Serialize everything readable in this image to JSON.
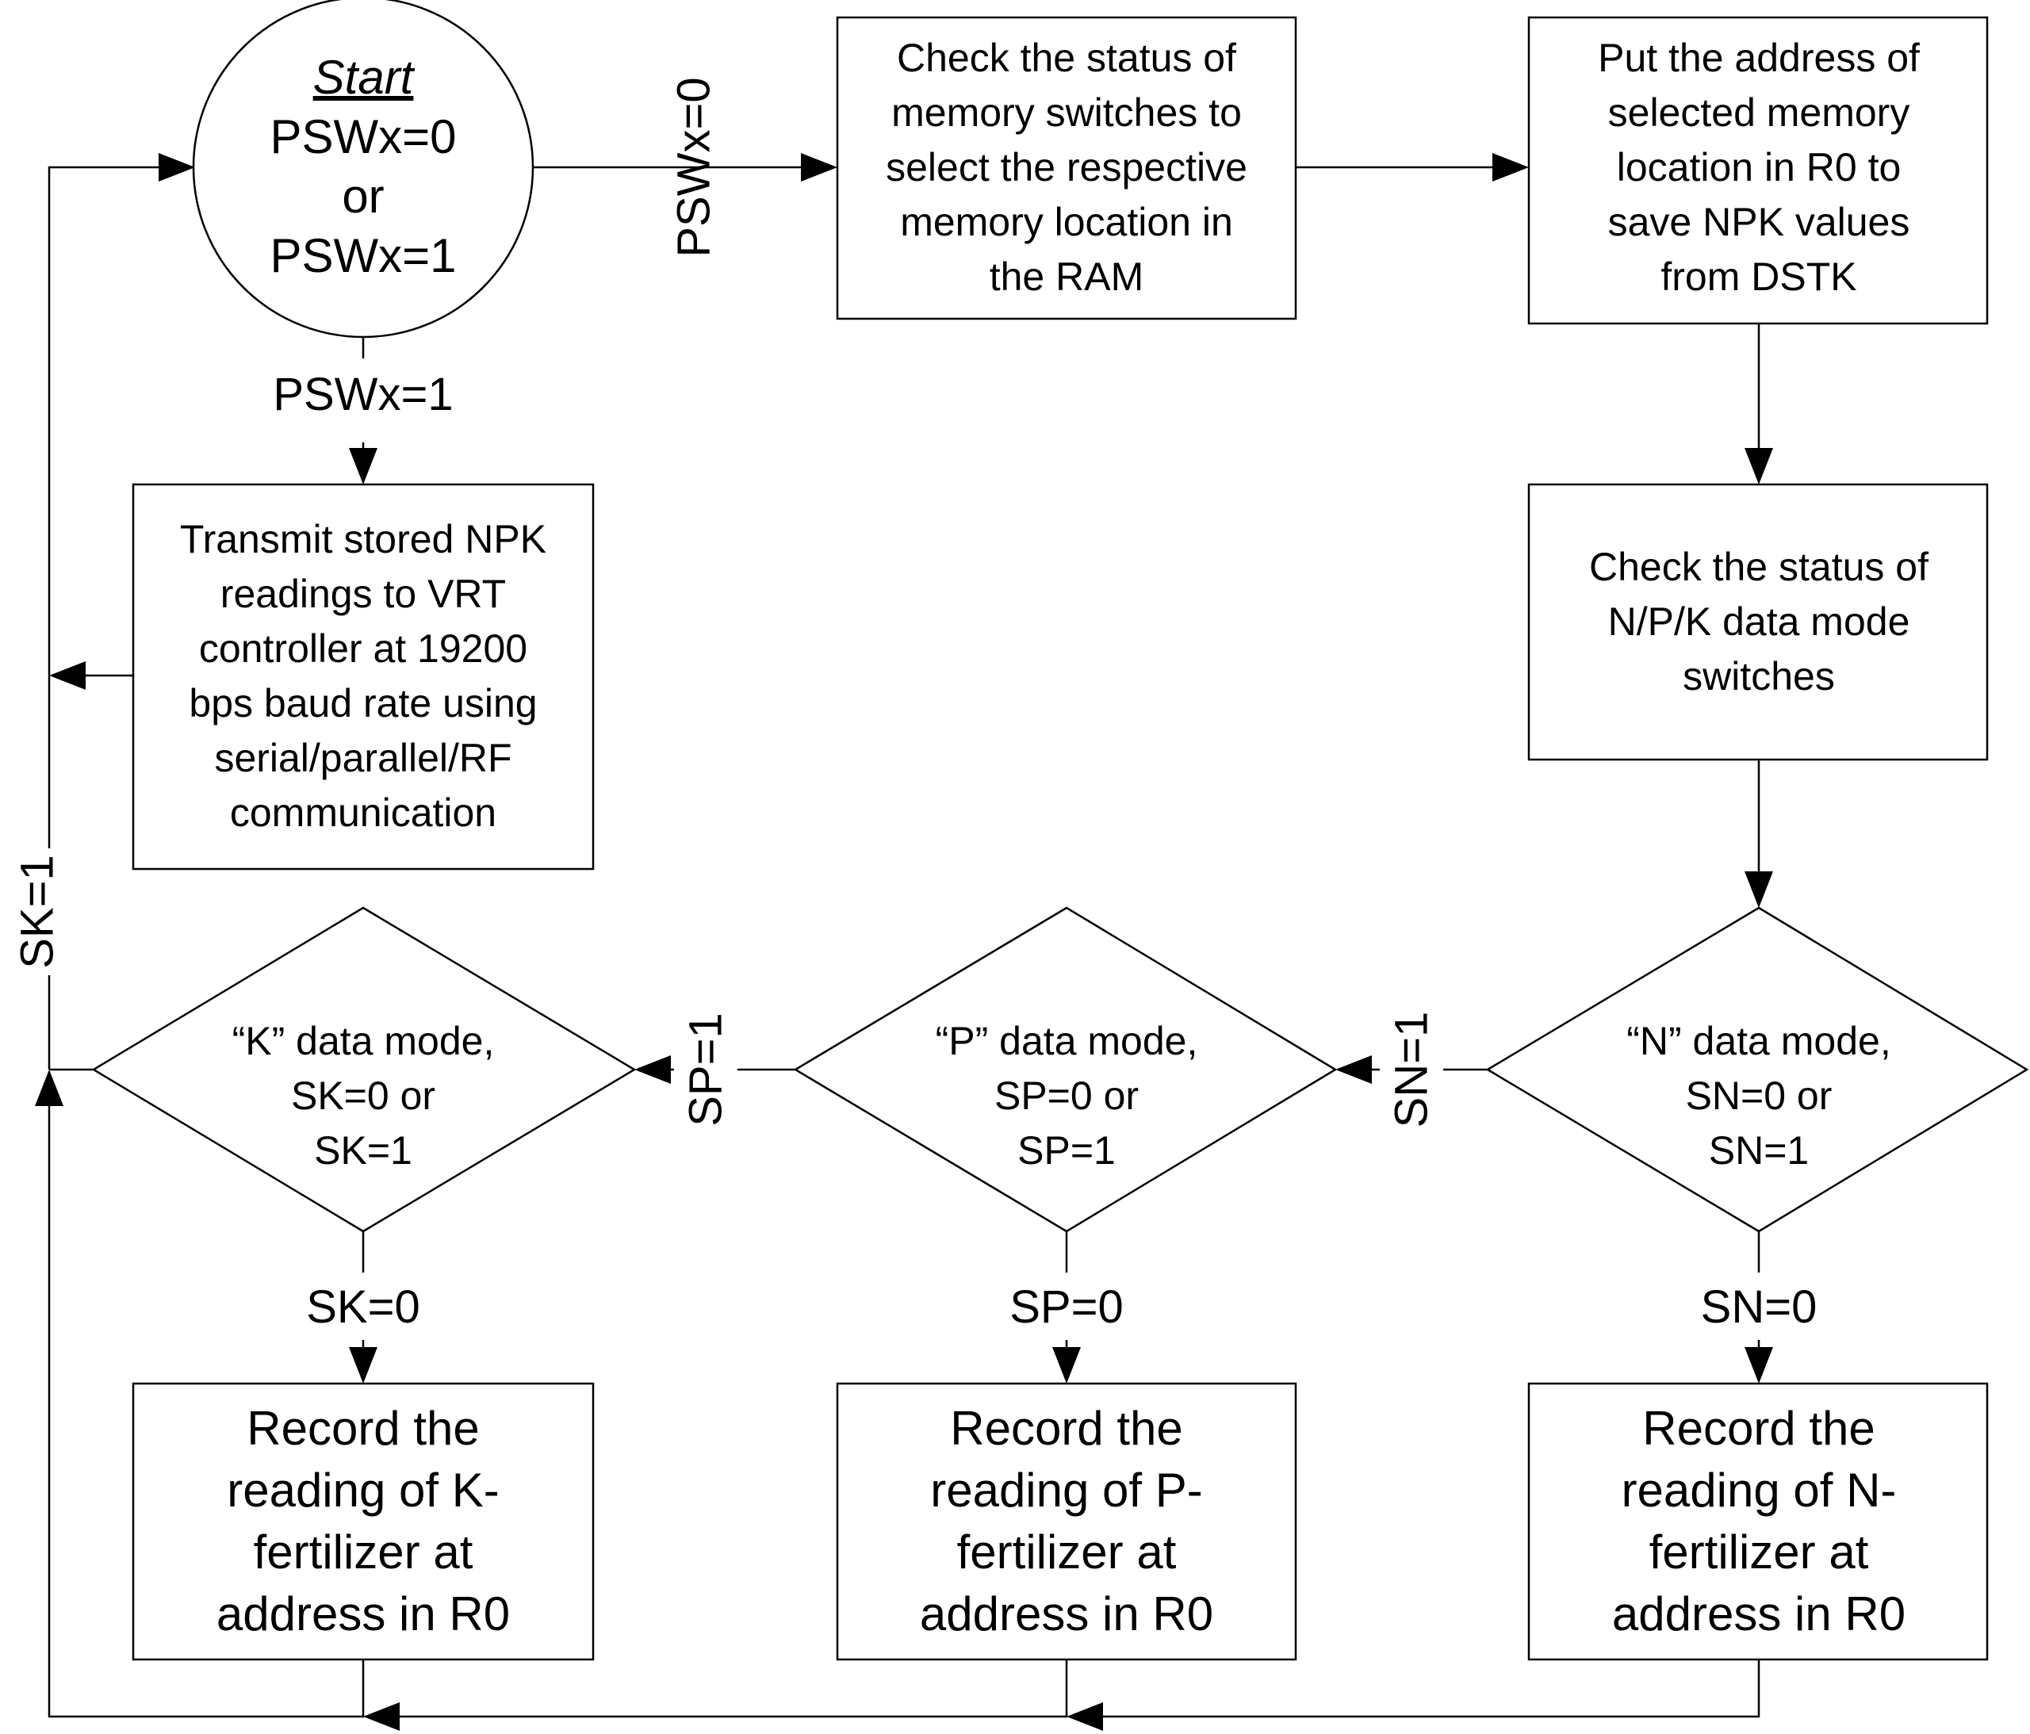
{
  "nodes": {
    "start": {
      "label": "Start",
      "lines": [
        "PSWx=0",
        "or",
        "PSWx=1"
      ]
    },
    "check_memory": {
      "lines": [
        "Check the status of",
        "memory switches to",
        "select the respective",
        "memory location in",
        "the RAM"
      ]
    },
    "put_address": {
      "lines": [
        "Put the address of",
        "selected memory",
        "location in R0 to",
        "save NPK values",
        "from DSTK"
      ]
    },
    "transmit": {
      "lines": [
        "Transmit stored NPK",
        "readings to VRT",
        "controller at 19200",
        "bps baud rate using",
        "serial/parallel/RF",
        "communication"
      ]
    },
    "check_npk": {
      "lines": [
        "Check the status of",
        "N/P/K data mode",
        "switches"
      ]
    },
    "k_mode": {
      "lines": [
        "“K” data mode,",
        "SK=0 or",
        "SK=1"
      ]
    },
    "p_mode": {
      "lines": [
        "“P” data mode,",
        "SP=0 or",
        "SP=1"
      ]
    },
    "n_mode": {
      "lines": [
        "“N” data mode,",
        "SN=0 or",
        "SN=1"
      ]
    },
    "record_k": {
      "lines": [
        "Record the",
        "reading of K-",
        "fertilizer at",
        "address in R0"
      ]
    },
    "record_p": {
      "lines": [
        "Record the",
        "reading of P-",
        "fertilizer at",
        "address in R0"
      ]
    },
    "record_n": {
      "lines": [
        "Record the",
        "reading of N-",
        "fertilizer at",
        "address in R0"
      ]
    }
  },
  "edge_labels": {
    "start_to_check": "PSWx=0",
    "start_to_transmit": "PSWx=1",
    "p_to_k": "SP=1",
    "n_to_p": "SN=1",
    "k_loop_back": "SK=1",
    "k_to_record": "SK=0",
    "p_to_record": "SP=0",
    "n_to_record": "SN=0"
  }
}
